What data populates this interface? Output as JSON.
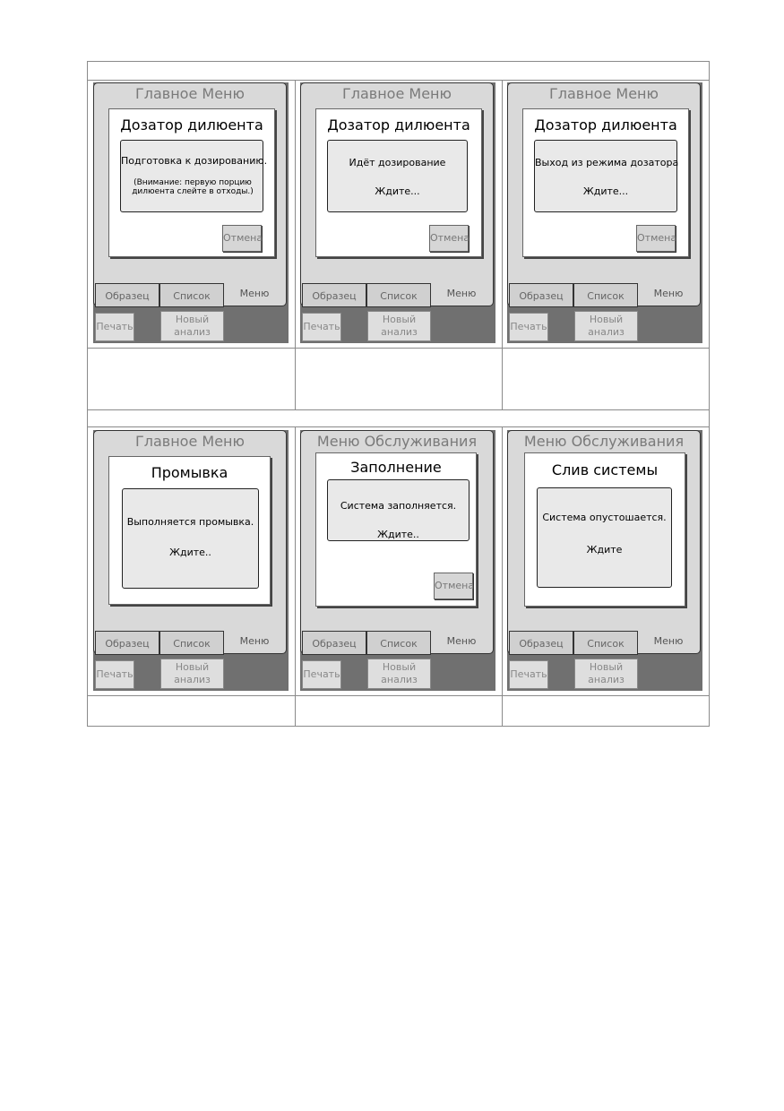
{
  "screens": [
    {
      "window_title": "Главное Меню",
      "dialog_title": "Дозатор дилюента",
      "lines": [
        "Подготовка к дозированию."
      ],
      "note": "(Внимание: первую порцию дилюента слейте в отходы.)",
      "cancel": "Отмена",
      "tabs": [
        "Образец",
        "Список",
        "Меню"
      ],
      "print": "Печать",
      "new_analysis": "Новый анализ"
    },
    {
      "window_title": "Главное Меню",
      "dialog_title": "Дозатор дилюента",
      "lines": [
        "Идёт дозирование",
        "Ждите..."
      ],
      "cancel": "Отмена",
      "tabs": [
        "Образец",
        "Список",
        "Меню"
      ],
      "print": "Печать",
      "new_analysis": "Новый анализ"
    },
    {
      "window_title": "Главное Меню",
      "dialog_title": "Дозатор дилюента",
      "lines": [
        "Выход из режима дозатора",
        "Ждите..."
      ],
      "cancel": "Отмена",
      "tabs": [
        "Образец",
        "Список",
        "Меню"
      ],
      "print": "Печать",
      "new_analysis": "Новый анализ"
    },
    {
      "window_title": "Главное Меню",
      "dialog_title": "Промывка",
      "lines": [
        "Выполняется промывка.",
        "Ждите.."
      ],
      "tabs": [
        "Образец",
        "Список",
        "Меню"
      ],
      "print": "Печать",
      "new_analysis": "Новый анализ"
    },
    {
      "window_title": "Меню Обслуживания",
      "dialog_title": "Заполнение",
      "lines": [
        "Система заполняется.",
        "Ждите.."
      ],
      "cancel": "Отмена",
      "tabs": [
        "Образец",
        "Список",
        "Меню"
      ],
      "print": "Печать",
      "new_analysis": "Новый анализ"
    },
    {
      "window_title": "Меню Обслуживания",
      "dialog_title": "Слив   системы",
      "lines": [
        "Система опустошается.",
        "Ждите"
      ],
      "tabs": [
        "Образец",
        "Список",
        "Меню"
      ],
      "print": "Печать",
      "new_analysis": "Новый анализ"
    }
  ]
}
